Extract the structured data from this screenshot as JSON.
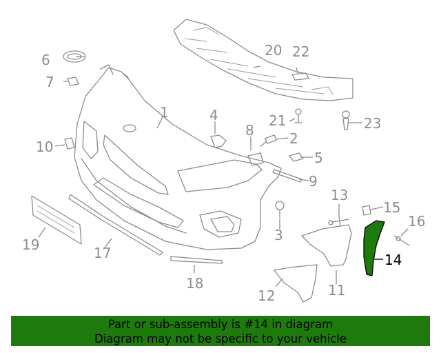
{
  "diagram": {
    "highlight_color": "#1e7a0c",
    "highlighted_part": "14",
    "callouts": {
      "p1": "1",
      "p2": "2",
      "p3": "3",
      "p4": "4",
      "p5": "5",
      "p6": "6",
      "p7": "7",
      "p8": "8",
      "p9": "9",
      "p10": "10",
      "p11": "11",
      "p12": "12",
      "p13": "13",
      "p14": "14",
      "p15": "15",
      "p16": "16",
      "p17": "17",
      "p18": "18",
      "p19": "19",
      "p20": "20",
      "p21": "21",
      "p22": "22",
      "p23": "23"
    }
  },
  "caption": {
    "line1": "Part or sub-assembly is #14 in diagram",
    "line2": "Diagram may not be specific to your vehicle",
    "background": "#1e7a0c"
  }
}
